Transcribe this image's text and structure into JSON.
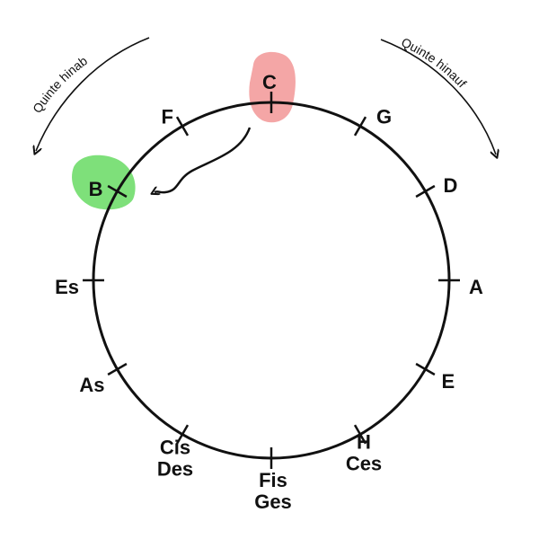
{
  "diagram": {
    "notes": [
      {
        "id": "c",
        "lines": [
          "C"
        ]
      },
      {
        "id": "g",
        "lines": [
          "G"
        ]
      },
      {
        "id": "d",
        "lines": [
          "D"
        ]
      },
      {
        "id": "a",
        "lines": [
          "A"
        ]
      },
      {
        "id": "e",
        "lines": [
          "E"
        ]
      },
      {
        "id": "h-ces",
        "lines": [
          "H",
          "Ces"
        ]
      },
      {
        "id": "fis-ges",
        "lines": [
          "Fis",
          "Ges"
        ]
      },
      {
        "id": "cis-des",
        "lines": [
          "Cis",
          "Des"
        ]
      },
      {
        "id": "as",
        "lines": [
          "As"
        ]
      },
      {
        "id": "es",
        "lines": [
          "Es"
        ]
      },
      {
        "id": "b",
        "lines": [
          "B"
        ]
      },
      {
        "id": "f",
        "lines": [
          "F"
        ]
      }
    ],
    "arc_down_label": "Quinte hinab",
    "arc_up_label": "Quinte hinauf",
    "highlights": {
      "start_note": "C",
      "start_color": "#f4a6a6",
      "target_note": "B",
      "target_color": "#7ee07a"
    },
    "stroke_color": "#111111"
  }
}
